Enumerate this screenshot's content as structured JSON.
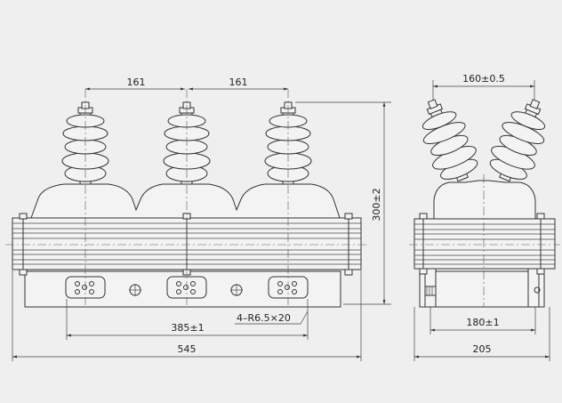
{
  "front_view": {
    "dim_top_left": "161",
    "dim_top_right": "161",
    "dim_height": "300±2",
    "dim_holes": "4–R6.5×20",
    "dim_mount": "385±1",
    "dim_total": "545"
  },
  "side_view": {
    "dim_top": "160±0.5",
    "dim_mount": "180±1",
    "dim_total": "205"
  }
}
